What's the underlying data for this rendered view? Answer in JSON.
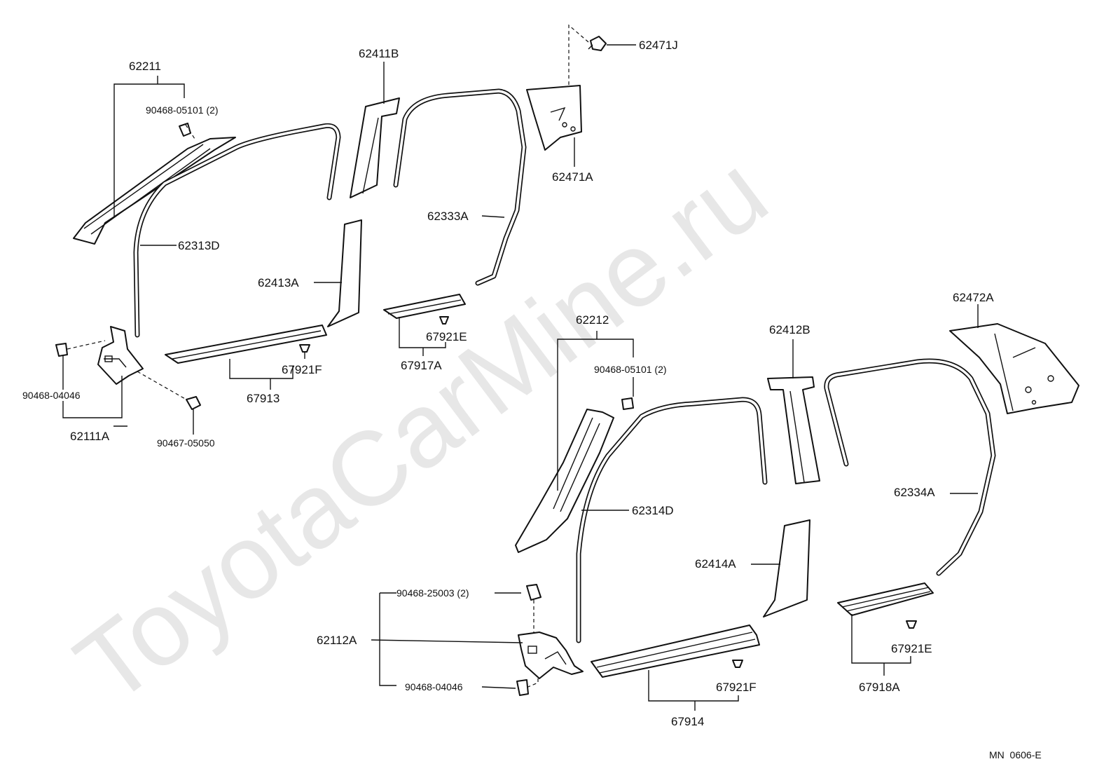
{
  "watermark": "ToyotaCarMine.ru",
  "footer_code": "MN  0606-E",
  "labels": {
    "p62211": "62211",
    "p90468_05101_a": "90468-05101 (2)",
    "p62313D": "62313D",
    "p62411B": "62411B",
    "p62471J": "62471J",
    "p62471A": "62471A",
    "p62333A": "62333A",
    "p62413A": "62413A",
    "p90468_04046_a": "90468-04046",
    "p62111A": "62111A",
    "p90467_05050": "90467-05050",
    "p67921F_a": "67921F",
    "p67913": "67913",
    "p67921E_a": "67921E",
    "p67917A": "67917A",
    "p62212": "62212",
    "p90468_05101_b": "90468-05101 (2)",
    "p62412B": "62412B",
    "p62472A": "62472A",
    "p62314D": "62314D",
    "p62334A": "62334A",
    "p62414A": "62414A",
    "p90468_25003": "90468-25003 (2)",
    "p62112A": "62112A",
    "p90468_04046_b": "90468-04046",
    "p67921F_b": "67921F",
    "p67914": "67914",
    "p67921E_b": "67921E",
    "p67918A": "67918A"
  }
}
